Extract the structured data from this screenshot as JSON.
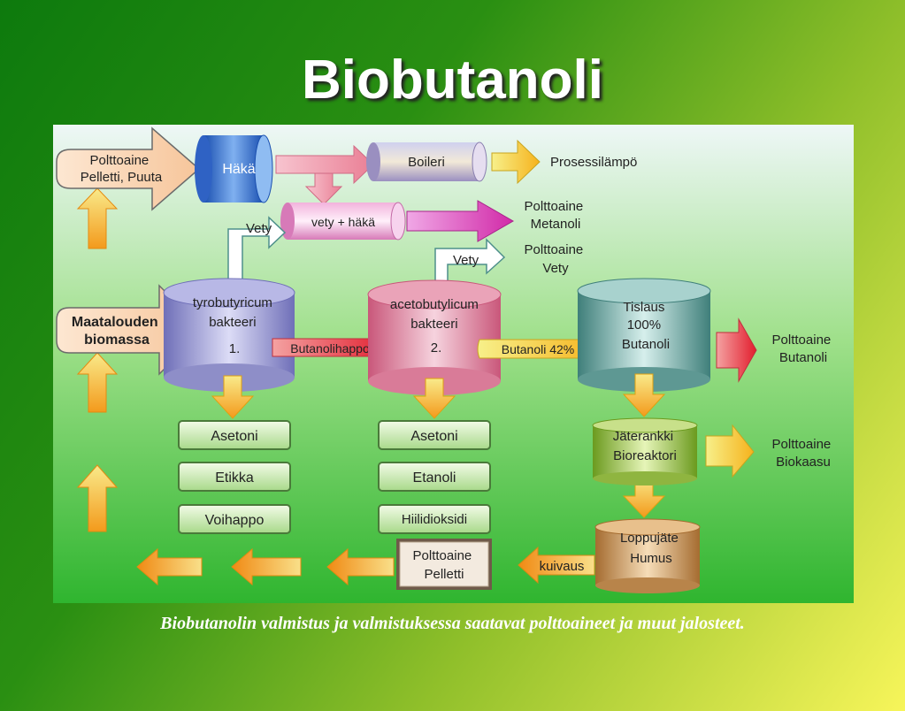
{
  "title": "Biobutanoli",
  "caption": "Biobutanolin valmistus ja valmistuksessa saatavat polttoaineet ja muut jalosteet.",
  "diagram": {
    "input_fuel": [
      "Polttoaine",
      "Pelletti, Puuta"
    ],
    "haka": "Häkä",
    "boileri": "Boileri",
    "prosessilampo": "Prosessilämpö",
    "vety_haka": "vety + häkä",
    "vety_left": "Vety",
    "metanoli": [
      "Polttoaine",
      "Metanoli"
    ],
    "vety_mid": "Vety",
    "polttoaine_vety": [
      "Polttoaine",
      "Vety"
    ],
    "maatalouden": [
      "Maatalouden",
      "biomassa"
    ],
    "tyro": [
      "tyrobutyricum",
      "bakteeri",
      "1."
    ],
    "aceto": [
      "acetobutylicum",
      "bakteeri",
      "2."
    ],
    "butanolihappo": "Butanolihappo",
    "butanoli42": "Butanoli 42%",
    "tislaus": [
      "Tislaus",
      "100%",
      "Butanoli"
    ],
    "polttoaine_butanoli": [
      "Polttoaine",
      "Butanoli"
    ],
    "products1": [
      "Asetoni",
      "Etikka",
      "Voihappo"
    ],
    "products2": [
      "Asetoni",
      "Etanoli",
      "Hiilidioksidi"
    ],
    "jaterankki": [
      "Jäterankki",
      "Bioreaktori"
    ],
    "biokaasu": [
      "Polttoaine",
      "Biokaasu"
    ],
    "loppujate": [
      "Loppujäte",
      "Humus"
    ],
    "kuivaus": "kuivaus",
    "pelletti_out": [
      "Polttoaine",
      "Pelletti"
    ]
  }
}
